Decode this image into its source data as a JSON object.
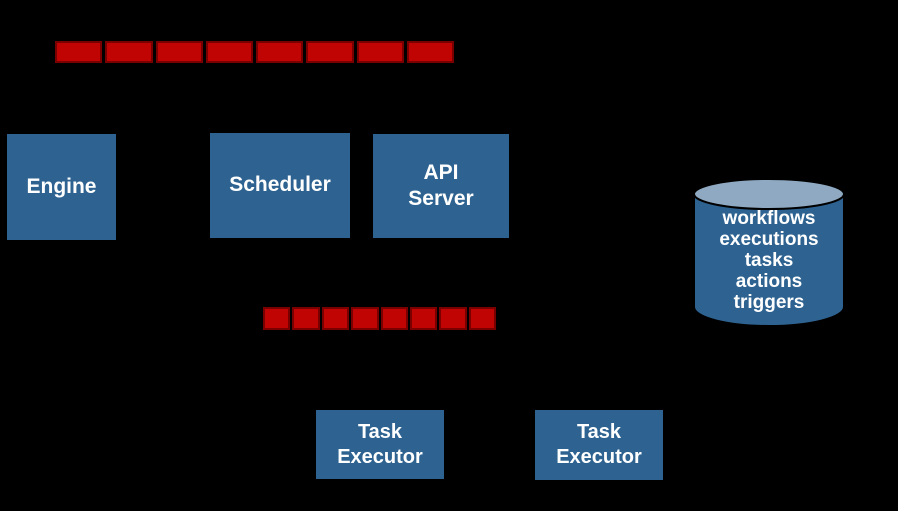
{
  "colors": {
    "background": "#000000",
    "component_blue": "#2E6391",
    "queue_red": "#C00404",
    "queue_segment_border": "#7A0000",
    "cylinder_top_blue": "#8EA9C1",
    "outline_black": "#000000",
    "text_white": "#FFFFFF"
  },
  "queues": {
    "top": {
      "segment_count": 8
    },
    "middle": {
      "segment_count": 8
    }
  },
  "components": {
    "engine": {
      "label": "Engine"
    },
    "scheduler": {
      "label": "Scheduler"
    },
    "api_server": {
      "label": "API\nServer"
    },
    "task_executor_1": {
      "label": "Task\nExecutor"
    },
    "task_executor_2": {
      "label": "Task\nExecutor"
    }
  },
  "database": {
    "items": [
      "workflows",
      "executions",
      "tasks",
      "actions",
      "triggers"
    ]
  }
}
